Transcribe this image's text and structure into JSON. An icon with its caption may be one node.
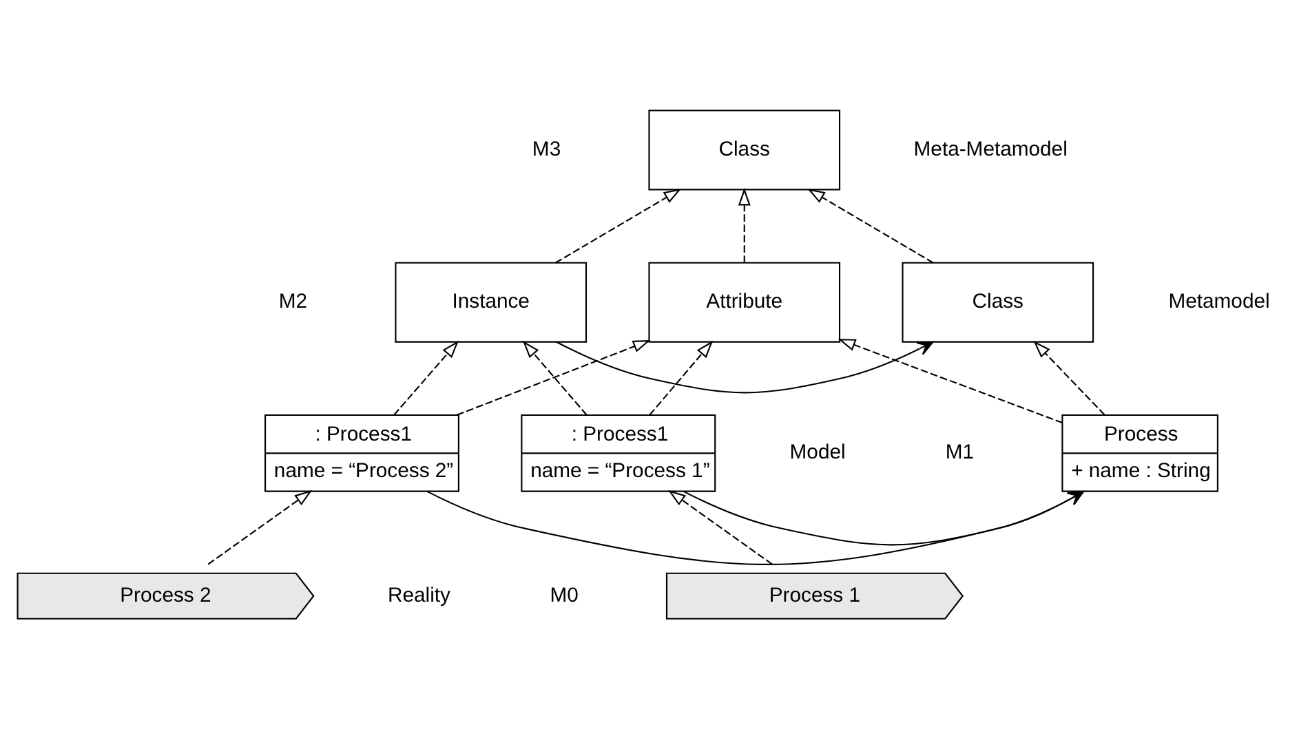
{
  "diagram": {
    "nodes": [
      {
        "text": [
          "Class"
        ]
      },
      {
        "text": [
          "Attribute"
        ]
      },
      {
        "text": [
          "Class"
        ]
      },
      {
        "text": [
          "Instance"
        ]
      },
      {
        "text": [
          "Process",
          "+ name : String"
        ]
      },
      {
        "text": [
          ": Process1",
          "name = “Process 1”"
        ]
      },
      {
        "text": [
          ": Process1",
          "name = “Process 2”"
        ]
      },
      {
        "text": [
          "Process 1"
        ]
      },
      {
        "text": [
          "Process 2"
        ]
      }
    ],
    "edges": [
      {
        "from": 1,
        "to": 0,
        "arrow": "to",
        "style": "dashed"
      },
      {
        "from": 2,
        "to": 0,
        "arrow": "to",
        "style": "dashed"
      },
      {
        "from": 3,
        "to": 0,
        "arrow": "to",
        "style": "dashed"
      },
      {
        "from": 3,
        "to": 2,
        "arrow": "to"
      },
      {
        "from": 4,
        "to": 1,
        "arrow": "to",
        "style": "dashed"
      },
      {
        "from": 5,
        "to": 1,
        "arrow": "to",
        "style": "dashed"
      },
      {
        "from": 6,
        "to": 1,
        "arrow": "to",
        "style": "dashed"
      },
      {
        "from": 4,
        "to": 2,
        "arrow": "to",
        "style": "dashed"
      },
      {
        "from": 5,
        "to": 3,
        "arrow": "to",
        "style": "dashed"
      },
      {
        "from": 6,
        "to": 3,
        "arrow": "to",
        "style": "dashed"
      },
      {
        "from": 5,
        "to": 4,
        "arrow": "to"
      },
      {
        "from": 6,
        "to": 4,
        "arrow": "to"
      },
      {
        "from": 7,
        "to": 5,
        "arrow": "to",
        "style": "dashed"
      },
      {
        "from": 8,
        "to": 6,
        "arrow": "to",
        "style": "dashed"
      }
    ],
    "labels": [
      "M3",
      "Meta-Metamodel",
      "M2",
      "Metamodel",
      "M1",
      "Model",
      "M0",
      "Reality"
    ]
  }
}
